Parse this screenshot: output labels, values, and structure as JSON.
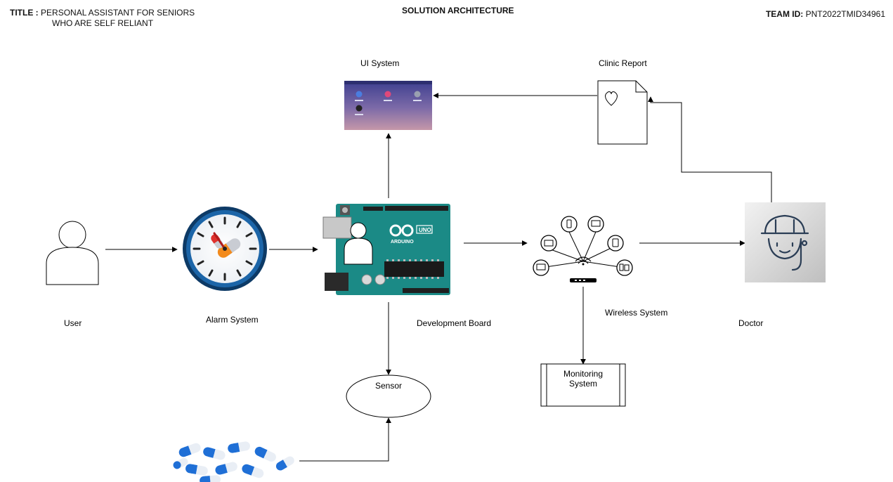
{
  "header": {
    "title_label": "TITLE :",
    "title_line1": "PERSONAL ASSISTANT FOR SENIORS",
    "title_line2": "WHO ARE SELF RELIANT",
    "diagram_title": "SOLUTION ARCHITECTURE",
    "team_label": "TEAM ID:",
    "team_value": "PNT2022TMID34961"
  },
  "nodes": {
    "user": "User",
    "alarm": "Alarm System",
    "board": "Development Board",
    "ui": "UI System",
    "clinic": "Clinic Report",
    "wireless": "Wireless System",
    "doctor": "Doctor",
    "sensor": "Sensor",
    "monitoring_line1": "Monitoring",
    "monitoring_line2": "System"
  },
  "board_text": {
    "uno": "UNO",
    "arduino": "ARDUINO"
  },
  "colors": {
    "arduino_teal": "#1b8a86",
    "clock_ring": "#0d3a66",
    "ui_gradient_top": "#3d3f8f",
    "ui_gradient_bottom": "#b88aa8",
    "pill_blue": "#1f6fd6"
  },
  "icons": {
    "user": "person-outline-icon",
    "alarm": "clock-with-pills-icon",
    "clinic": "document-heart-icon",
    "wireless": "wireless-devices-icon",
    "doctor": "doctor-stethoscope-icon"
  }
}
